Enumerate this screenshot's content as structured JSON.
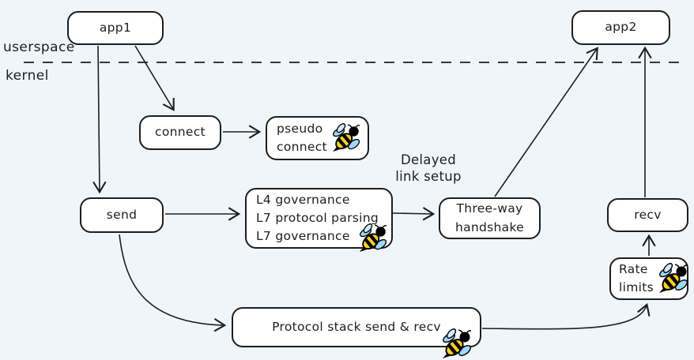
{
  "diagram": {
    "regions": {
      "userspace": "userspace",
      "kernel": "kernel"
    },
    "nodes": {
      "app1": {
        "label": "app1"
      },
      "app2": {
        "label": "app2"
      },
      "connect": {
        "label": "connect"
      },
      "pseudo_connect": {
        "label": "pseudo\nconnect",
        "has_bee": true
      },
      "send": {
        "label": "send"
      },
      "governance": {
        "label": "L4 governance\nL7 protocol parsing\nL7 governance",
        "has_bee": true
      },
      "three_way_handshake": {
        "label": "Three-way\nhandshake"
      },
      "recv": {
        "label": "recv"
      },
      "rate_limits": {
        "label": "Rate\nlimits",
        "has_bee": true
      },
      "protocol_stack": {
        "label": "Protocol stack send & recv",
        "has_bee": true
      }
    },
    "annotations": {
      "delayed_link_setup": "Delayed\nlink setup"
    },
    "edges": [
      {
        "from": "app1",
        "to": "send"
      },
      {
        "from": "app1",
        "to": "connect"
      },
      {
        "from": "connect",
        "to": "pseudo_connect"
      },
      {
        "from": "send",
        "to": "governance"
      },
      {
        "from": "governance",
        "to": "three_way_handshake",
        "annotation": "Delayed link setup"
      },
      {
        "from": "three_way_handshake",
        "to": "app2"
      },
      {
        "from": "send",
        "to": "protocol_stack"
      },
      {
        "from": "protocol_stack",
        "to": "rate_limits"
      },
      {
        "from": "rate_limits",
        "to": "recv"
      },
      {
        "from": "recv",
        "to": "app2"
      }
    ],
    "icons": {
      "bee": "🐝"
    },
    "colors": {
      "background": "#f0f5fa",
      "stroke": "#1e1e1e",
      "node_fill": "#ffffff",
      "bee_yellow": "#ffd21f",
      "bee_wing_blue": "#9fd8f3"
    }
  }
}
